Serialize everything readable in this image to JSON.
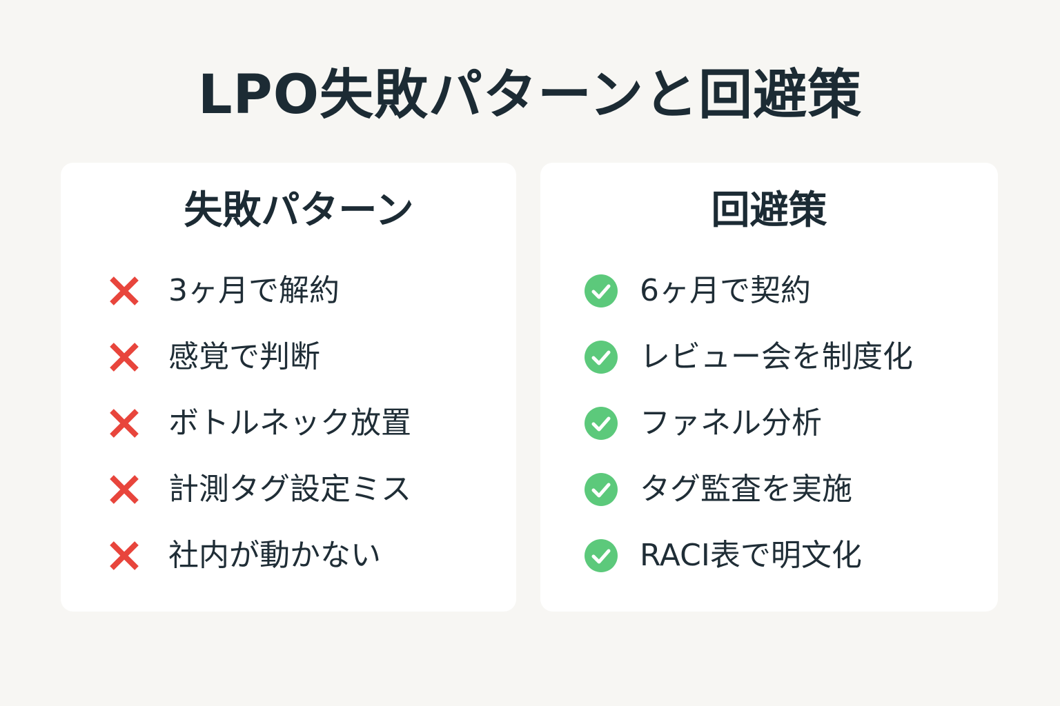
{
  "title": "LPO失敗パターンと回避策",
  "failure_panel": {
    "heading": "失敗パターン",
    "icon": "cross-icon",
    "icon_color": "#e8453c",
    "items": [
      "3ヶ月で解約",
      "感覚で判断",
      "ボトルネック放置",
      "計測タグ設定ミス",
      "社内が動かない"
    ]
  },
  "solution_panel": {
    "heading": "回避策",
    "icon": "check-circle-icon",
    "icon_color": "#5cc97b",
    "items": [
      "6ヶ月で契約",
      "レビュー会を制度化",
      "ファネル分析",
      "タグ監査を実施",
      "RACI表で明文化"
    ]
  }
}
